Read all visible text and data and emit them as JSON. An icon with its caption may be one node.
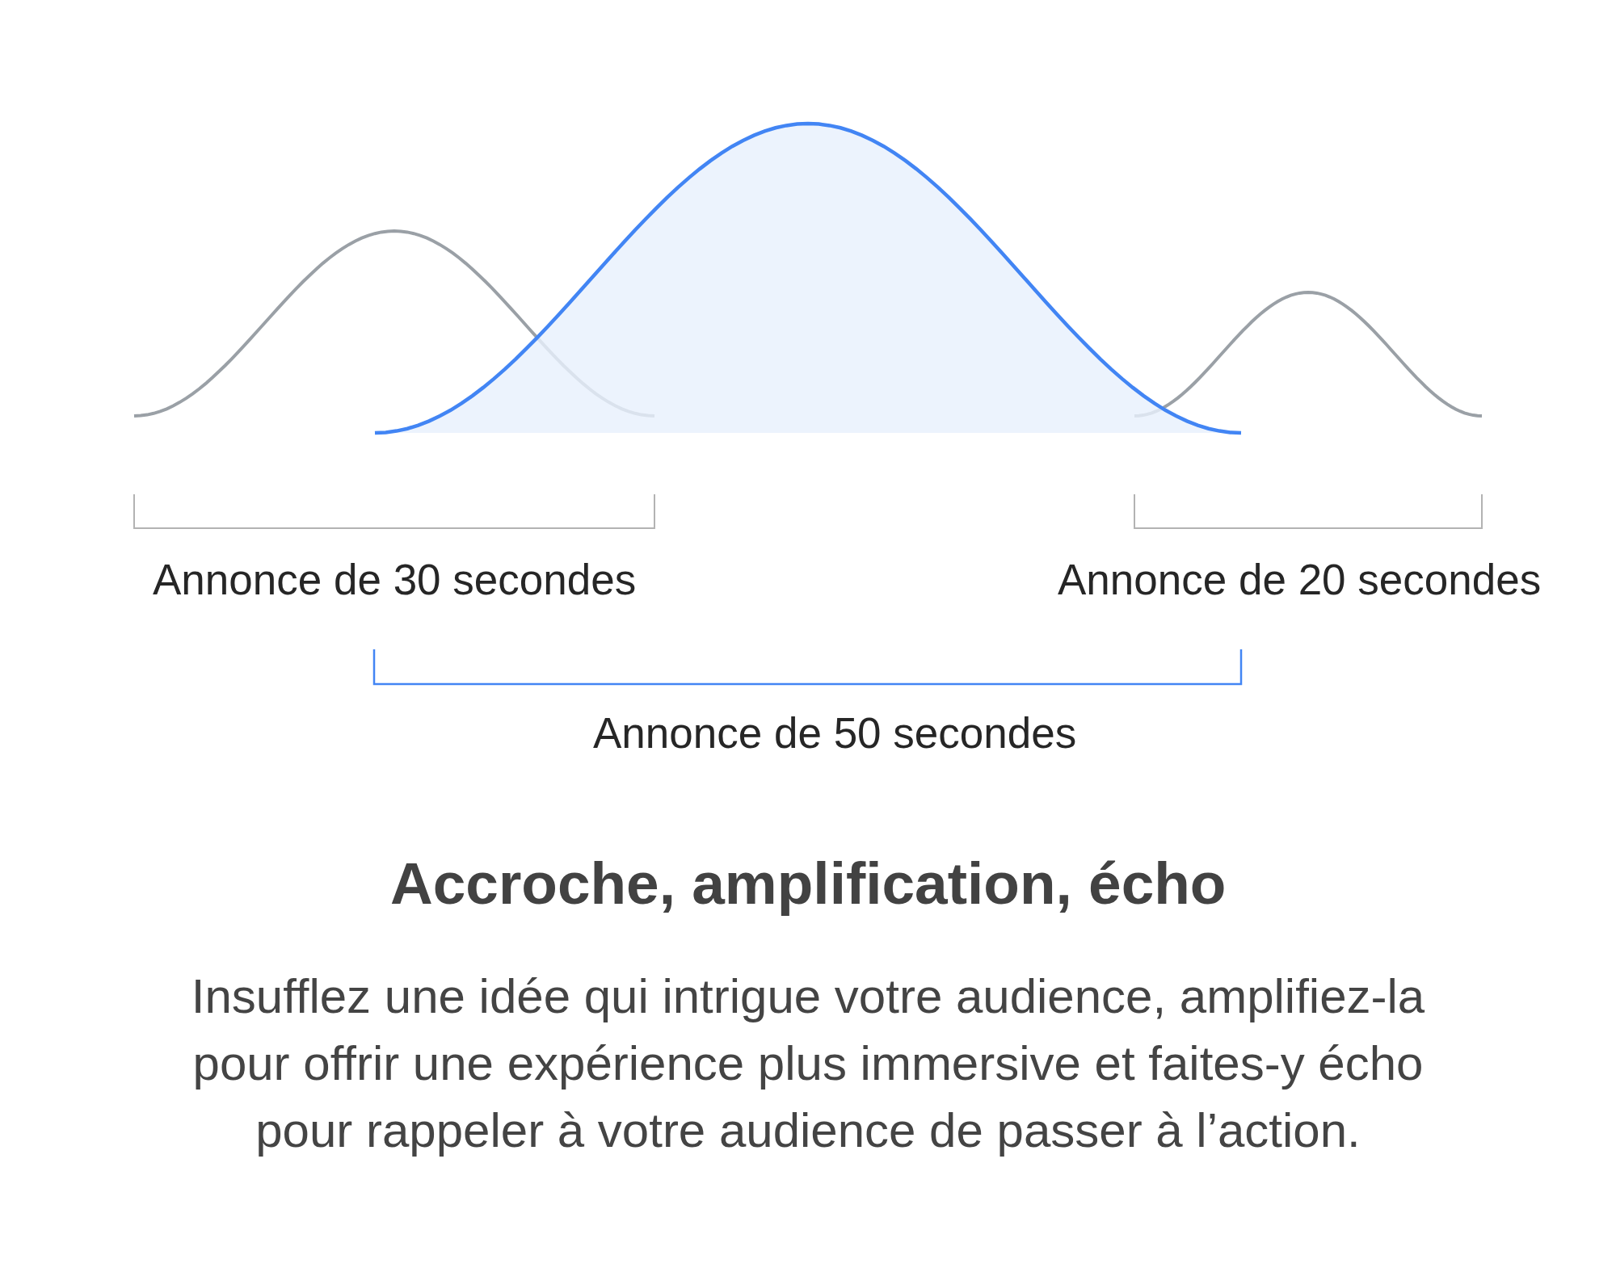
{
  "diagram": {
    "title": "Accroche, amplification, écho",
    "caption": "Insufflez une idée qui intrigue votre audience, amplifiez-la pour offrir une expérience plus immersive et faites-y écho pour rappeler à votre audience de passer à l’action.",
    "labels": [
      "Annonce de 30 secondes",
      "Annonce de 20 secondes",
      "Annonce de 50 secondes"
    ]
  }
}
